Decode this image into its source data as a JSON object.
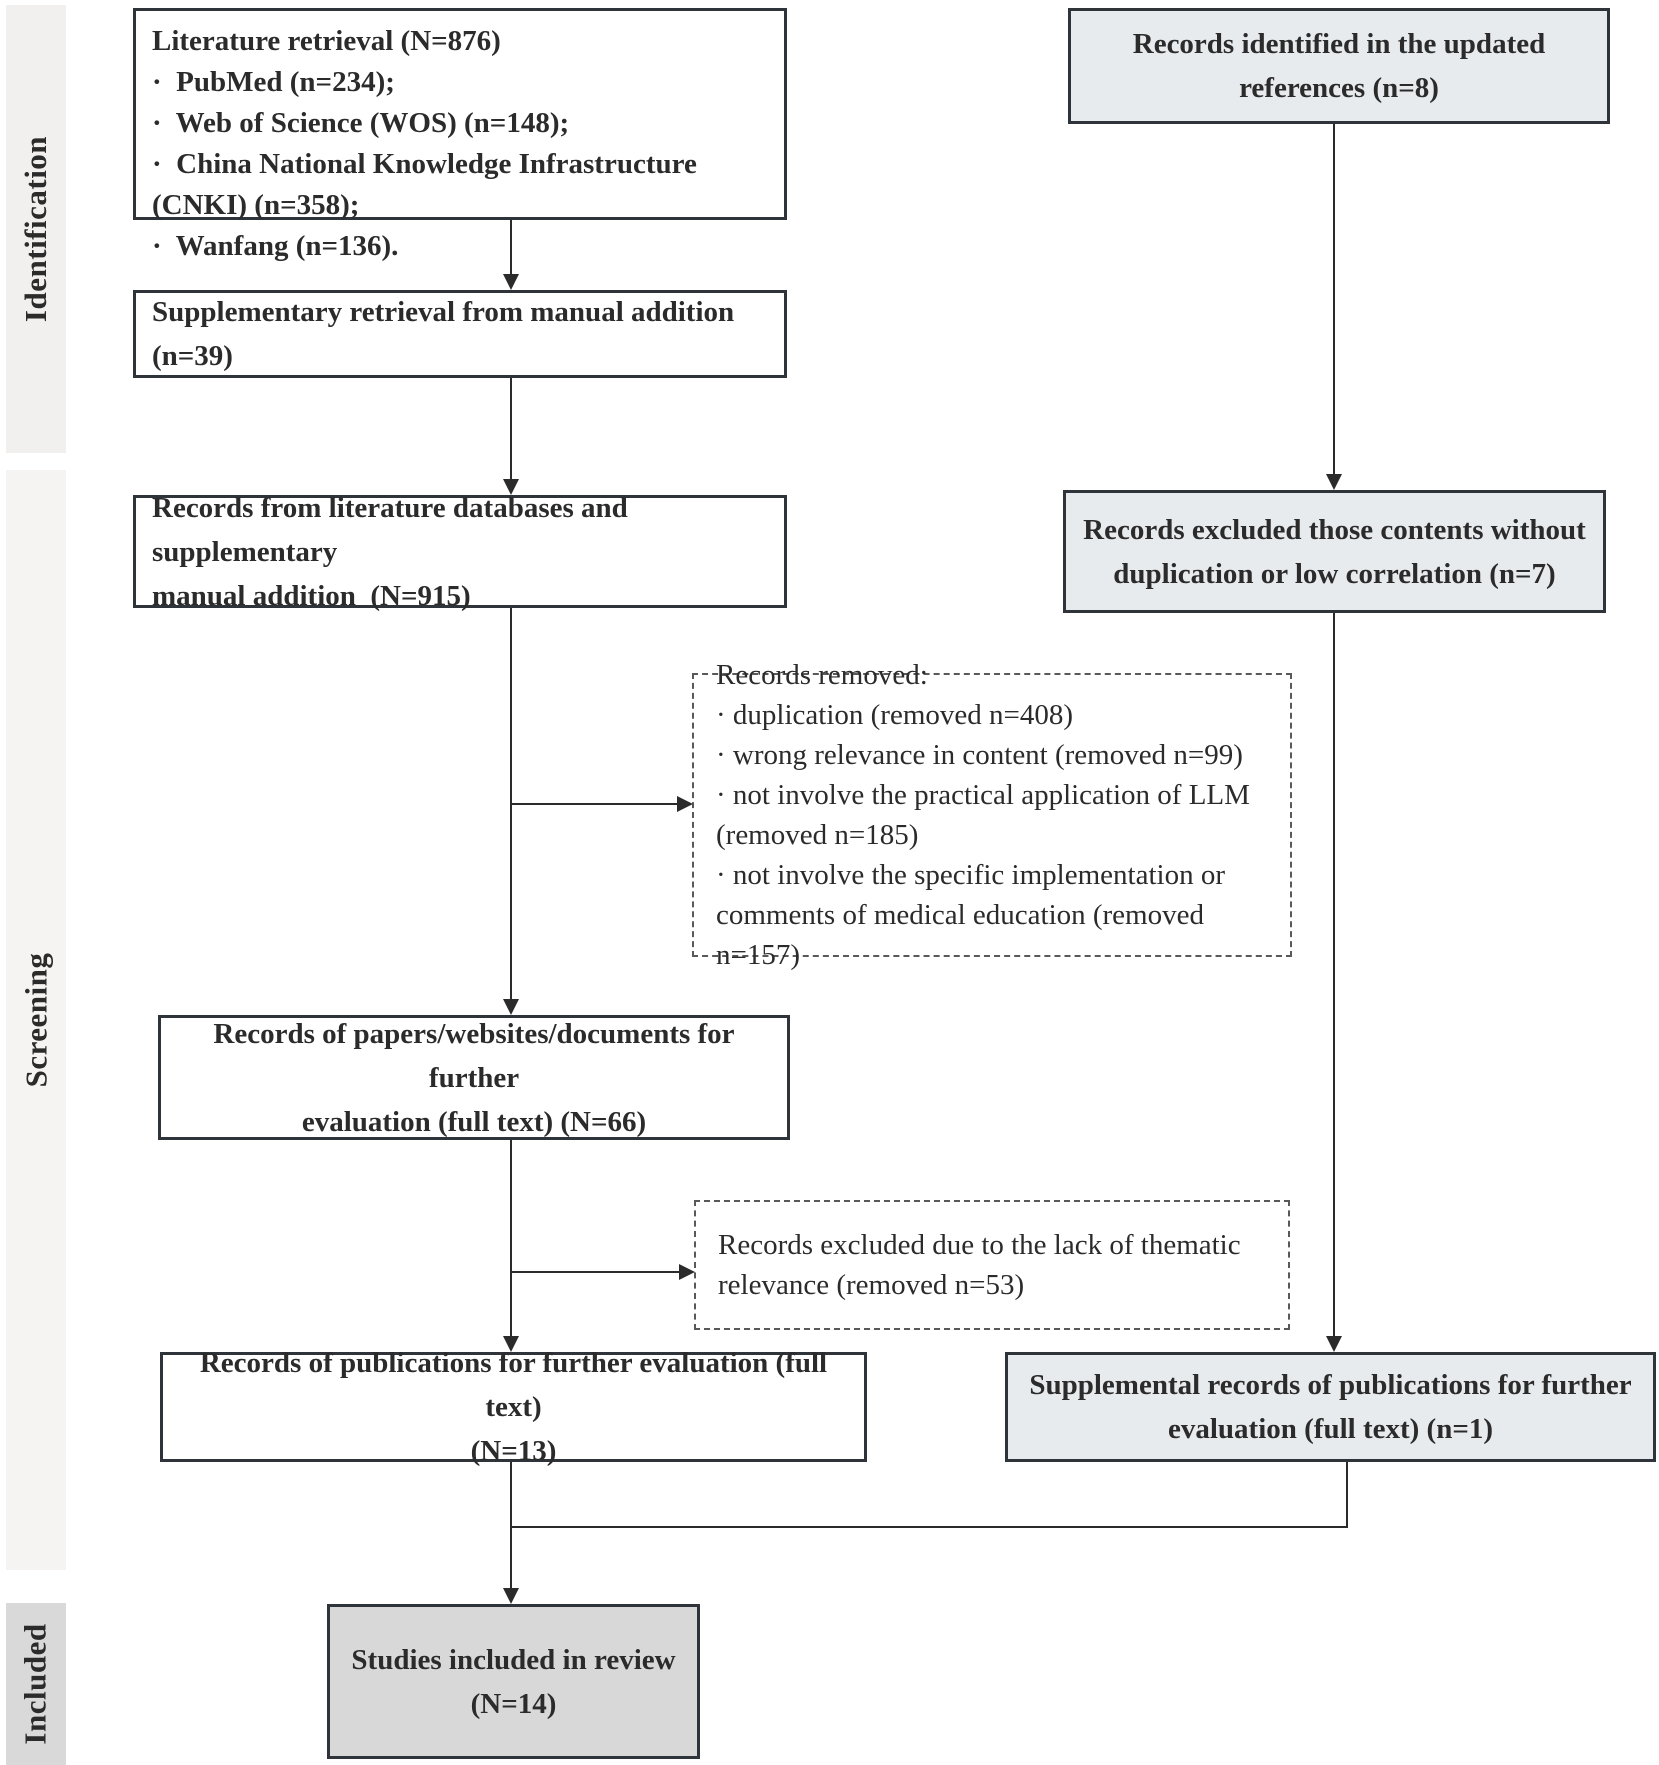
{
  "sidebar": {
    "identification_label": "Identification",
    "screening_label": "Screening",
    "included_label": "Included"
  },
  "left_column": {
    "literature_retrieval": {
      "title": "Literature retrieval (N=876)",
      "items": [
        "·  PubMed (n=234);",
        "·  Web of Science (WOS) (n=148);",
        "·  China National Knowledge Infrastructure (CNKI) (n=358);",
        "·  Wanfang (n=136)."
      ]
    },
    "supplementary_retrieval": "Supplementary retrieval from manual addition (n=39)",
    "records_combined": "Records from literature databases and supplementary\nmanual addition  (N=915)",
    "records_full_text_66": "Records of papers/websites/documents for further\nevaluation (full text) (N=66)",
    "records_publications_13": "Records of publications for further evaluation (full text)\n(N=13)",
    "studies_included_14": "Studies included in review\n(N=14)"
  },
  "right_column": {
    "records_updated_references": "Records identified in the updated\nreferences (n=8)",
    "records_excluded_correlation": "Records excluded those contents without\nduplication or low correlation (n=7)",
    "supplemental_records": "Supplemental records of publications for further\nevaluation (full text) (n=1)"
  },
  "exclusion_notes": {
    "records_removed": {
      "title": "Records removed:",
      "items": [
        "· duplication (removed n=408)",
        "· wrong relevance in content (removed n=99)",
        "· not involve the practical application of LLM\n(removed n=185)",
        "· not involve the specific implementation or\ncomments of medical education (removed n=157)"
      ]
    },
    "records_excluded_thematic": "Records excluded due to the lack of thematic\nrelevance (removed n=53)"
  },
  "colors": {
    "shaded_box_bg": "#e8ebee",
    "included_box_bg": "#d8d8d8",
    "identification_strip_bg": "#f2f0ee",
    "screening_strip_bg": "#f5f4f2",
    "included_strip_bg": "#d9d9d9",
    "box_border": "#2f343a",
    "dashed_border": "#595959",
    "line_color": "#2b2b2b",
    "text_color": "#2b2b2b"
  }
}
